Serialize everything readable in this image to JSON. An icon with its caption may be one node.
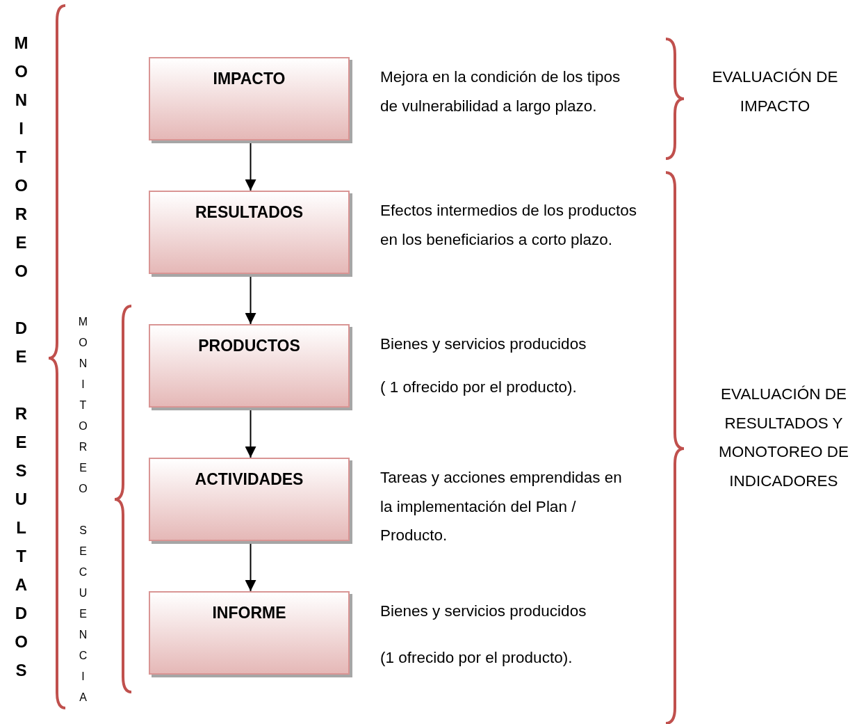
{
  "diagram": {
    "nodes": [
      {
        "text": [
          "IMPACTO"
        ],
        "beside": [
          "Mejora en la condición de los tipos de vulnerabilidad a largo plazo."
        ]
      },
      {
        "text": [
          "RESULTADOS"
        ],
        "beside": [
          "Efectos intermedios de los productos en los beneficiarios a corto plazo."
        ]
      },
      {
        "text": [
          "PRODUCTOS"
        ],
        "beside": [
          "Bienes y servicios producidos",
          "( 1 ofrecido por el producto)."
        ]
      },
      {
        "text": [
          "ACTIVIDADES"
        ],
        "beside": [
          "Tareas y acciones emprendidas en la implementación del Plan / Producto."
        ]
      },
      {
        "text": [
          "INFORME"
        ],
        "beside": [
          "Bienes y servicios producidos",
          "(1 ofrecido por el producto)."
        ]
      }
    ],
    "edges": [
      {
        "from": 0,
        "to": 1,
        "arrow": "to"
      },
      {
        "from": 1,
        "to": 2,
        "arrow": "to"
      },
      {
        "from": 2,
        "to": 3,
        "arrow": "to"
      },
      {
        "from": 3,
        "to": 4,
        "arrow": "to"
      }
    ],
    "labels": [
      "MONITOREO DE RESULTADOS",
      "MONITOREO SECUENCIA",
      "EVALUACIÓN DE IMPACTO",
      "EVALUACIÓN DE RESULTADOS Y MONOTOREO DE INDICADORES"
    ]
  }
}
